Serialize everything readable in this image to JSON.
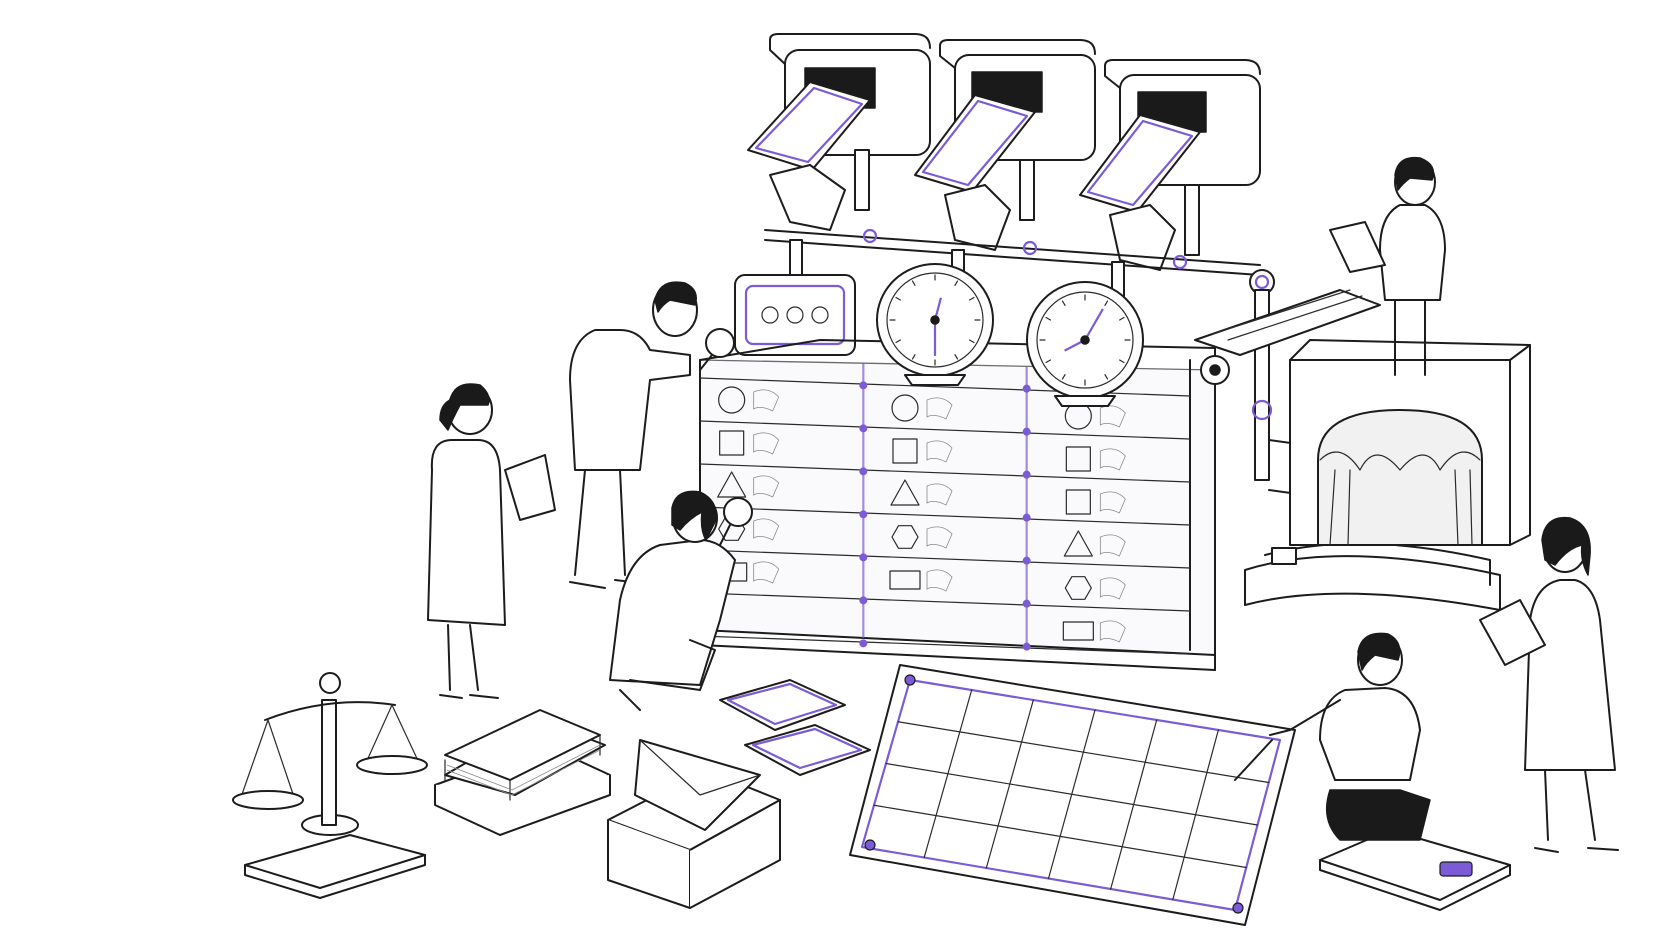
{
  "scene": {
    "accent_color": "#7b5cd6",
    "ink_color": "#1c1c1c",
    "background_color": "#ffffff",
    "clocks": [
      {
        "hour": 12,
        "minute": 30
      },
      {
        "hour": 8,
        "minute": 5
      }
    ],
    "shelf_symbols": [
      [
        "circle",
        "circle",
        "circle"
      ],
      [
        "square",
        "square",
        "square"
      ],
      [
        "triangle",
        "triangle",
        "square"
      ],
      [
        "hexagon",
        "hexagon",
        "triangle"
      ],
      [
        "rectangle",
        "rectangle",
        "hexagon"
      ],
      [
        "",
        "",
        "rectangle"
      ]
    ],
    "calendar_grid": {
      "rows": 4,
      "cols": 6
    },
    "icons": [
      "balance-scale-icon",
      "magnifying-glass-icon",
      "clipboard-icon",
      "envelope-icon",
      "clock-icon"
    ]
  }
}
